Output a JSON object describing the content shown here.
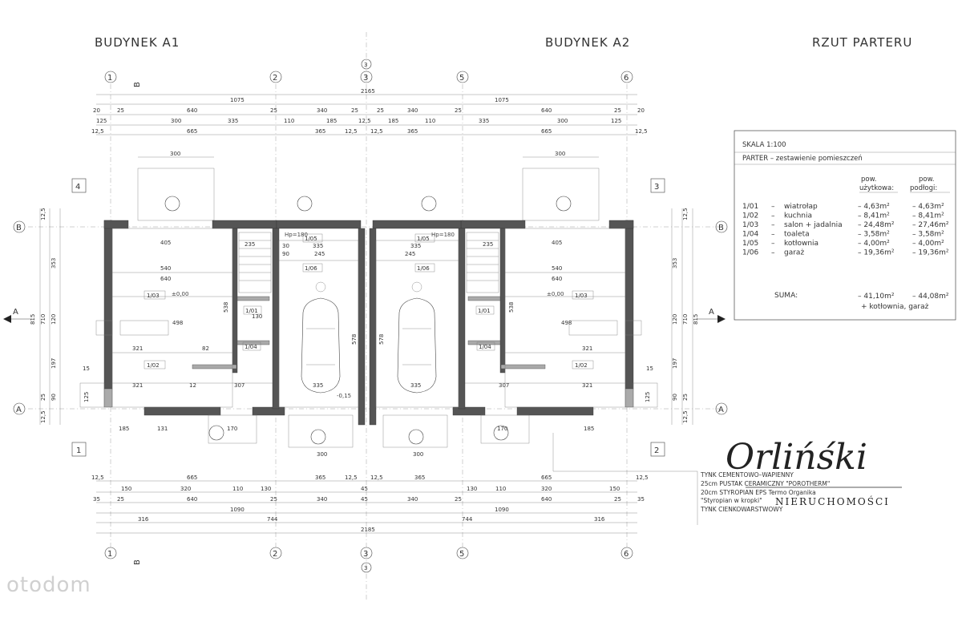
{
  "titles": {
    "building_a1": "BUDYNEK A1",
    "building_a2": "BUDYNEK A2",
    "plan": "RZUT PARTERU"
  },
  "grid": {
    "cols": [
      "1",
      "2",
      "3",
      "5",
      "6"
    ],
    "rows_left": [
      "4",
      "1"
    ],
    "rows_right": [
      "3",
      "2"
    ],
    "axis_b": "B",
    "axis_a": "A",
    "section_b": "B",
    "section_a": "A"
  },
  "dims": {
    "top1": [
      "1075",
      "1075"
    ],
    "top_total": "2165",
    "top2": [
      "20",
      "25",
      "640",
      "25",
      "340",
      "25",
      "25",
      "340",
      "25",
      "640",
      "25",
      "20"
    ],
    "top3": [
      "125",
      "300",
      "335",
      "110",
      "185",
      "12,5",
      "185",
      "110",
      "335",
      "300",
      "125"
    ],
    "top4": [
      "12,5",
      "665",
      "365",
      "12,5",
      "12,5",
      "365",
      "665",
      "12,5"
    ],
    "canopy": [
      "300",
      "300"
    ],
    "bottom1": [
      "12,5",
      "665",
      "365",
      "12,5",
      "12,5",
      "365",
      "665",
      "12,5"
    ],
    "bottom2": [
      "150",
      "320",
      "110",
      "130",
      "45",
      "130",
      "110",
      "320",
      "150"
    ],
    "bottom3": [
      "35",
      "25",
      "640",
      "25",
      "340",
      "45",
      "340",
      "25",
      "640",
      "25",
      "35"
    ],
    "bottom4": [
      "1090",
      "1090"
    ],
    "bottom5": [
      "316",
      "744",
      "744",
      "316"
    ],
    "bottom_total": "2185",
    "left_v": [
      "12,5",
      "353",
      "710",
      "815",
      "120",
      "197",
      "25",
      "90",
      "12,5",
      "125",
      "15"
    ],
    "right_v": [
      "12,5",
      "353",
      "710",
      "815",
      "120",
      "197",
      "25",
      "90",
      "12,5",
      "125",
      "15"
    ],
    "interior": [
      "405",
      "540",
      "640",
      "498",
      "321",
      "321",
      "307",
      "335",
      "335",
      "245",
      "578",
      "235",
      "185",
      "170",
      "131",
      "185",
      "300",
      "300",
      "30",
      "90",
      "130",
      "82",
      "12",
      "538"
    ]
  },
  "rooms": {
    "a1": [
      "1/01",
      "1/02",
      "1/03",
      "1/04",
      "1/05",
      "1/06"
    ],
    "a2": [
      "1/01",
      "1/02",
      "1/03",
      "1/04",
      "1/05",
      "1/06"
    ],
    "hp": "Hp=180",
    "hp2": "Hp=180",
    "level": "±0,00",
    "level2": "-0,15"
  },
  "table": {
    "scale": "SKALA  1:100",
    "subtitle": "PARTER  –  zestawienie pomieszczeń",
    "head1a": "pow.",
    "head1b": "użytkowa:",
    "head2a": "pow.",
    "head2b": "podłogi:",
    "rows": [
      {
        "id": "1/01",
        "dash": "–",
        "name": "wiatrołap",
        "use": "– 4,63m²",
        "floor": "– 4,63m²"
      },
      {
        "id": "1/02",
        "dash": "–",
        "name": "kuchnia",
        "use": "– 8,41m²",
        "floor": "– 8,41m²"
      },
      {
        "id": "1/03",
        "dash": "–",
        "name": "salon + jadalnia",
        "use": "– 24,48m²",
        "floor": "– 27,46m²"
      },
      {
        "id": "1/04",
        "dash": "–",
        "name": "toaleta",
        "use": "– 3,58m²",
        "floor": "– 3,58m²"
      },
      {
        "id": "1/05",
        "dash": "–",
        "name": "kotłownia",
        "use": "– 4,00m²",
        "floor": "– 4,00m²"
      },
      {
        "id": "1/06",
        "dash": "–",
        "name": "garaż",
        "use": "– 19,36m²",
        "floor": "– 19,36m²"
      }
    ],
    "sum_label": "SUMA:",
    "sum_use": "– 41,10m²",
    "sum_floor": "– 44,08m²",
    "sum_note": "+ kotłownia, garaż"
  },
  "legend": {
    "lines": [
      "TYNK CEMENTOWO–WAPIENNY",
      "25cm  PUSTAK CERAMICZNY \"POROTHERM\"",
      "20cm  STYROPIAN EPS Termo Organika",
      "\"Styropian w kropki\"",
      "TYNK CIENKOWARSTWOWY"
    ]
  },
  "logo": {
    "script": "Orlińśki",
    "sub": "NIERUCHOMOŚCI"
  },
  "watermark": "otodom"
}
